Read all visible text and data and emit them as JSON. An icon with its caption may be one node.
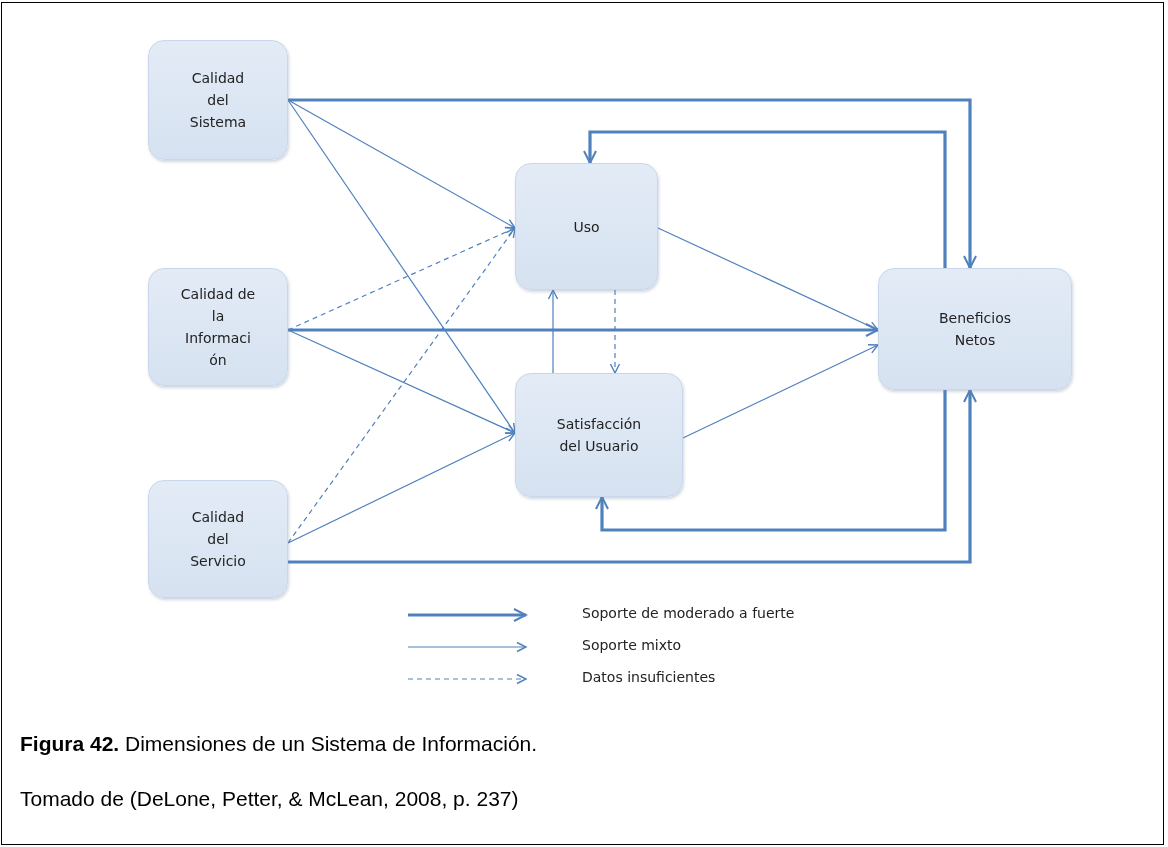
{
  "diagram": {
    "caption": "**Figura 42.**  Dimensiones de un Sistema de Información.",
    "nodes": [
      {
        "text": [
          "Calidad del Sistema"
        ]
      },
      {
        "text": [
          "Calidad de la Informaci ón"
        ]
      },
      {
        "text": [
          "Calidad del Servicio"
        ]
      },
      {
        "text": [
          "Uso"
        ]
      },
      {
        "text": [
          "Satisfacción del Usuario"
        ]
      },
      {
        "text": [
          "Beneficios Netos"
        ]
      }
    ],
    "edges": [
      {
        "from": 0,
        "to": 3,
        "arrow": "to"
      },
      {
        "from": 0,
        "to": 4,
        "arrow": "to"
      },
      {
        "from": 0,
        "to": 5,
        "arrow": "to",
        "style": "thick"
      },
      {
        "from": 1,
        "to": 3,
        "arrow": "to",
        "style": "dashed"
      },
      {
        "from": 1,
        "to": 4,
        "arrow": "to"
      },
      {
        "from": 1,
        "to": 5,
        "arrow": "to",
        "style": "thick"
      },
      {
        "from": 2,
        "to": 3,
        "arrow": "to",
        "style": "dashed"
      },
      {
        "from": 2,
        "to": 4,
        "arrow": "to"
      },
      {
        "from": 2,
        "to": 5,
        "arrow": "to",
        "style": "thick"
      },
      {
        "from": 3,
        "to": 5,
        "arrow": "to"
      },
      {
        "from": 3,
        "to": 4,
        "arrow": "to",
        "style": "dashed"
      },
      {
        "from": 4,
        "to": 3,
        "arrow": "to"
      },
      {
        "from": 4,
        "to": 5,
        "arrow": "to"
      },
      {
        "from": 5,
        "to": 3,
        "arrow": "to",
        "style": "thick"
      },
      {
        "from": 5,
        "to": 4,
        "arrow": "to",
        "style": "thick"
      }
    ],
    "labels": [
      "Tomado de (DeLone, Petter, & McLean, 2008, p. 237)"
    ],
    "legend": [
      {
        "text": "Soporte de moderado  a fuerte"
      },
      {
        "text": "Soporte mixto"
      },
      {
        "text": "Datos insuficientes"
      }
    ]
  }
}
